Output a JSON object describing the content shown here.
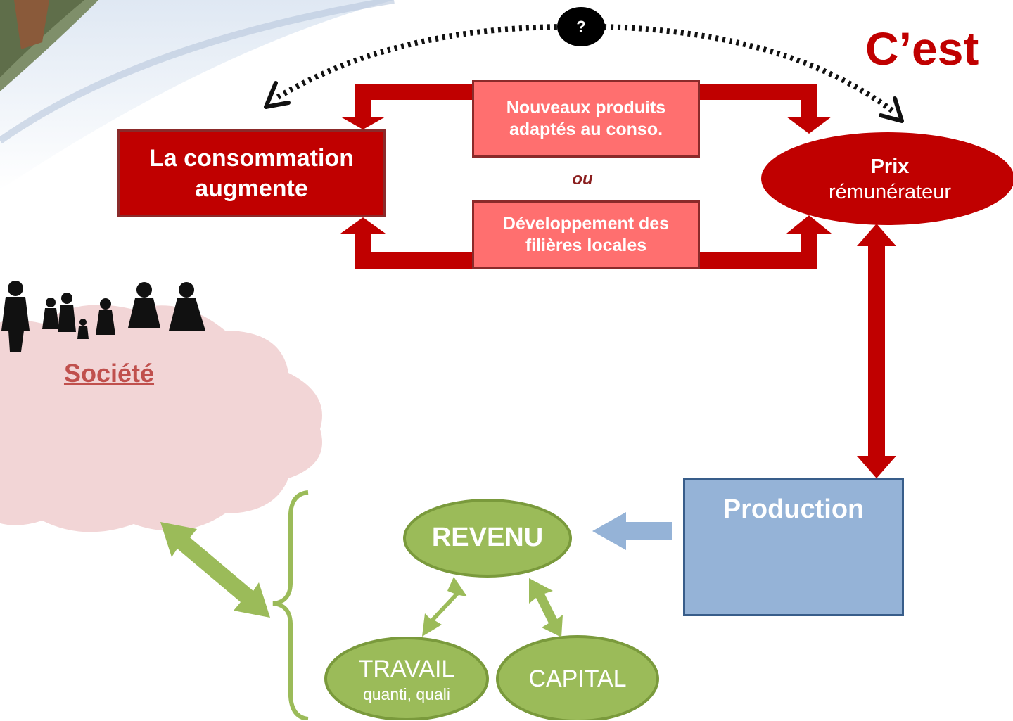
{
  "header": {
    "title": "C’est"
  },
  "diagram": {
    "question_mark": "?",
    "consommation": {
      "line1": "La consommation",
      "line2": "augmente"
    },
    "nouveaux_produits": {
      "line1": "Nouveaux produits",
      "line2": "adaptés au conso."
    },
    "ou": "ou",
    "developpement": {
      "line1": "Développement des",
      "line2": "filières locales"
    },
    "prix": {
      "line1": "Prix",
      "line2": "rémunérateur"
    },
    "production": "Production",
    "revenu": "REVENU",
    "travail": {
      "line1": "TRAVAIL",
      "line2": "quanti, quali"
    },
    "capital": "CAPITAL",
    "societe": "Société"
  },
  "colors": {
    "dark_red": "#c00000",
    "light_red": "#ff6f6f",
    "border_red": "#8b2a2a",
    "blue_box": "#95b3d7",
    "blue_border": "#385d8a",
    "green": "#9bbb59",
    "green_border": "#7a9a3c",
    "cloud_pink": "#f2d5d6",
    "text_red": "#c0504d"
  }
}
